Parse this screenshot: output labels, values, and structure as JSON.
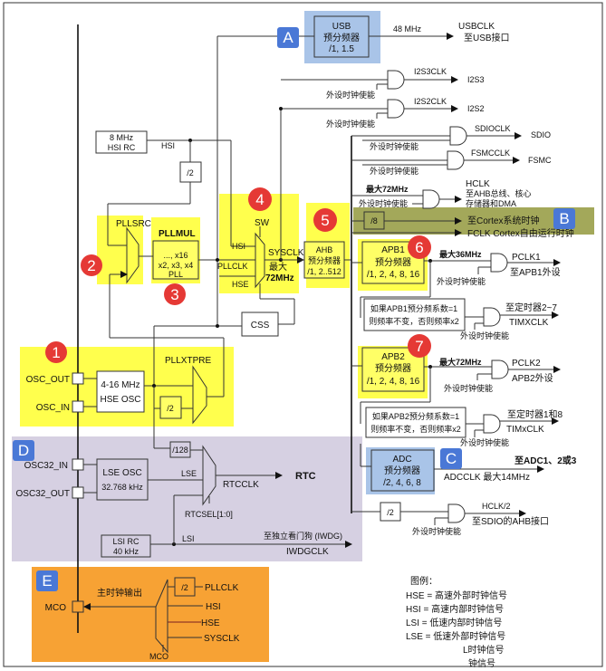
{
  "diagram": {
    "title": "STM32 clock tree",
    "colors": {
      "highlight_yellow": "#ffff4d",
      "usb_blue": "#a9c4e8",
      "adc_blue": "#a9c4e8",
      "cortex_green": "#a3a85a",
      "rtc_purple": "#d6d0e2",
      "mco_orange": "#f7a234",
      "number_badge_red": "#e53935",
      "letter_badge_blue": "#4a78d6"
    },
    "number_badges": [
      "1",
      "2",
      "3",
      "4",
      "5",
      "6",
      "7"
    ],
    "letter_badges": [
      "A",
      "B",
      "C",
      "D",
      "E"
    ],
    "hsi": {
      "line1": "8 MHz",
      "line2": "HSI RC",
      "signal": "HSI",
      "div": "/2"
    },
    "hse": {
      "line1": "4-16 MHz",
      "line2": "HSE OSC",
      "pin_out": "OSC_OUT",
      "pin_in": "OSC_IN",
      "div": "/2"
    },
    "pllxtpre": "PLLXTPRE",
    "pllsrc": "PLLSRC",
    "pllmul": {
      "title": "PLLMUL",
      "line1": "..., x16",
      "line2": "x2, x3, x4",
      "line3": "PLL"
    },
    "sw": {
      "title": "SW",
      "in_hsi": "HSI",
      "in_pllclk": "PLLCLK",
      "in_hse": "HSE",
      "out": "SYSCLK",
      "max1": "最大",
      "max2": "72MHz"
    },
    "css": "CSS",
    "usb": {
      "line1": "USB",
      "line2": "预分频器",
      "line3": "/1, 1.5",
      "freq": "48 MHz",
      "out1": "USBCLK",
      "out2": "至USB接口"
    },
    "ahb": {
      "line1": "AHB",
      "line2": "预分频器",
      "line3": "/1, 2..512"
    },
    "i2s3": {
      "clk": "I2S3CLK",
      "dest": "I2S3"
    },
    "i2s2": {
      "clk": "I2S2CLK",
      "dest": "I2S2"
    },
    "sdio": {
      "clk": "SDIOCLK",
      "dest": "SDIO"
    },
    "fsmc": {
      "clk": "FSMCCLK",
      "dest": "FSMC"
    },
    "enable": "外设时钟使能",
    "hclk": {
      "max": "最大72MHz",
      "l1": "HCLK",
      "l2": "至AHB总线、核心",
      "l3": "存储器和DMA"
    },
    "cortex": {
      "div": "/8",
      "dest": "至Cortex系统时钟",
      "fclk": "FCLK Cortex自由运行时钟"
    },
    "apb1": {
      "line1": "APB1",
      "line2": "预分频器",
      "line3": "/1, 2, 4, 8, 16",
      "max": "最大36MHz",
      "out1": "PCLK1",
      "out2": "至APB1外设"
    },
    "apb1_timer": {
      "l1": "如果APB1预分频系数=1",
      "l2": "则频率不变，否则频率x2",
      "dest": "至定时器2~7",
      "clk": "TIMXCLK"
    },
    "apb2": {
      "line1": "APB2",
      "line2": "预分频器",
      "line3": "/1, 2, 4, 8, 16",
      "max": "最大72MHz",
      "out1": "PCLK2",
      "out2": "APB2外设"
    },
    "apb2_timer": {
      "l1": "如果APB2预分频系数=1",
      "l2": "则频率不变，否则频率x2",
      "dest": "至定时器1和8",
      "clk": "TIMxCLK"
    },
    "adc": {
      "line1": "ADC",
      "line2": "预分频器",
      "line3": "/2, 4, 6, 8",
      "dest": "至ADC1、2或3",
      "clk": "ADCCLK  最大14MHz"
    },
    "sdio_ahb": {
      "div": "/2",
      "clk": "HCLK/2",
      "dest": "至SDIO的AHB接口"
    },
    "lse": {
      "line1": "LSE OSC",
      "line2": "32.768 kHz",
      "signal": "LSE",
      "pin_in": "OSC32_IN",
      "pin_out": "OSC32_OUT"
    },
    "rtc": {
      "div": "/128",
      "clk": "RTCCLK",
      "dest": "RTC",
      "sel": "RTCSEL[1:0]"
    },
    "lsi": {
      "line1": "LSI RC",
      "line2": "40 kHz",
      "signal": "LSI",
      "dest": "至独立看门狗 (IWDG)",
      "clk": "IWDGCLK"
    },
    "mco": {
      "pin": "MCO",
      "label": "主时钟输出",
      "mux": "MCO",
      "div": "/2",
      "in1": "PLLCLK",
      "in2": "HSI",
      "in3": "HSE",
      "in4": "SYSCLK"
    },
    "legend": {
      "title": "图例：",
      "items": [
        "HSE = 高速外部时钟信号",
        "HSI = 高速内部时钟信号",
        "LSI = 低速内部时钟信号",
        "LSE = 低速外部时钟信号"
      ],
      "partial1": "L时钟信号",
      "partial2": "钟信号"
    }
  }
}
